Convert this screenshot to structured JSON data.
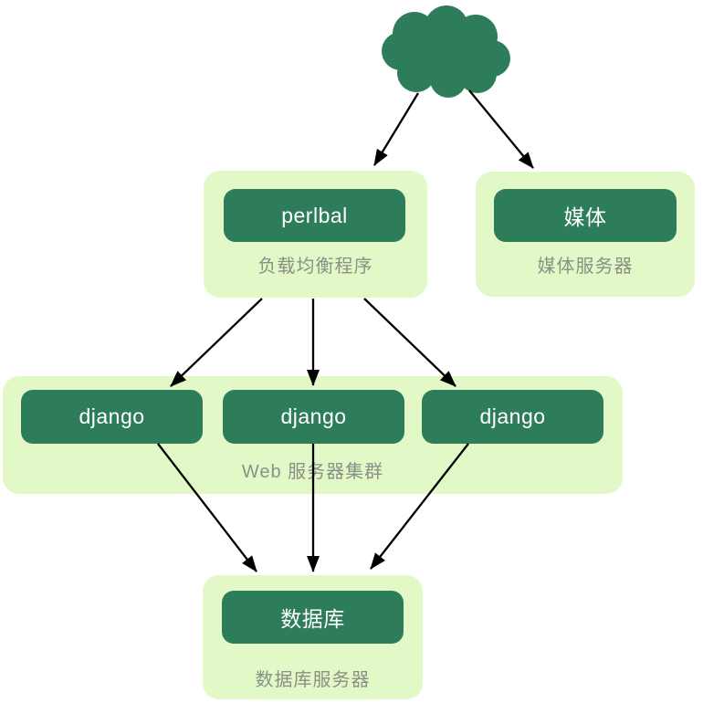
{
  "diagram": {
    "colors": {
      "node_fill": "#2e7d5a",
      "group_fill": "#e2f9c7",
      "node_text": "#ffffff",
      "caption_text": "#8a9086",
      "arrow": "#000000",
      "background": "#ffffff"
    },
    "icons": {
      "cloud": "cloud-icon"
    },
    "nodes": {
      "load_balancer": {
        "box": "perlbal",
        "caption": "负载均衡程序"
      },
      "media_server": {
        "box": "媒体",
        "caption": "媒体服务器"
      },
      "web_cluster": {
        "boxes": [
          "django",
          "django",
          "django"
        ],
        "caption": "Web 服务器集群"
      },
      "database_server": {
        "box": "数据库",
        "caption": "数据库服务器"
      }
    },
    "edges": [
      {
        "from": "cloud",
        "to": "load_balancer"
      },
      {
        "from": "cloud",
        "to": "media_server"
      },
      {
        "from": "load_balancer",
        "to": "django-1"
      },
      {
        "from": "load_balancer",
        "to": "django-2"
      },
      {
        "from": "load_balancer",
        "to": "django-3"
      },
      {
        "from": "django-1",
        "to": "database_server"
      },
      {
        "from": "django-2",
        "to": "database_server"
      },
      {
        "from": "django-3",
        "to": "database_server"
      }
    ]
  }
}
